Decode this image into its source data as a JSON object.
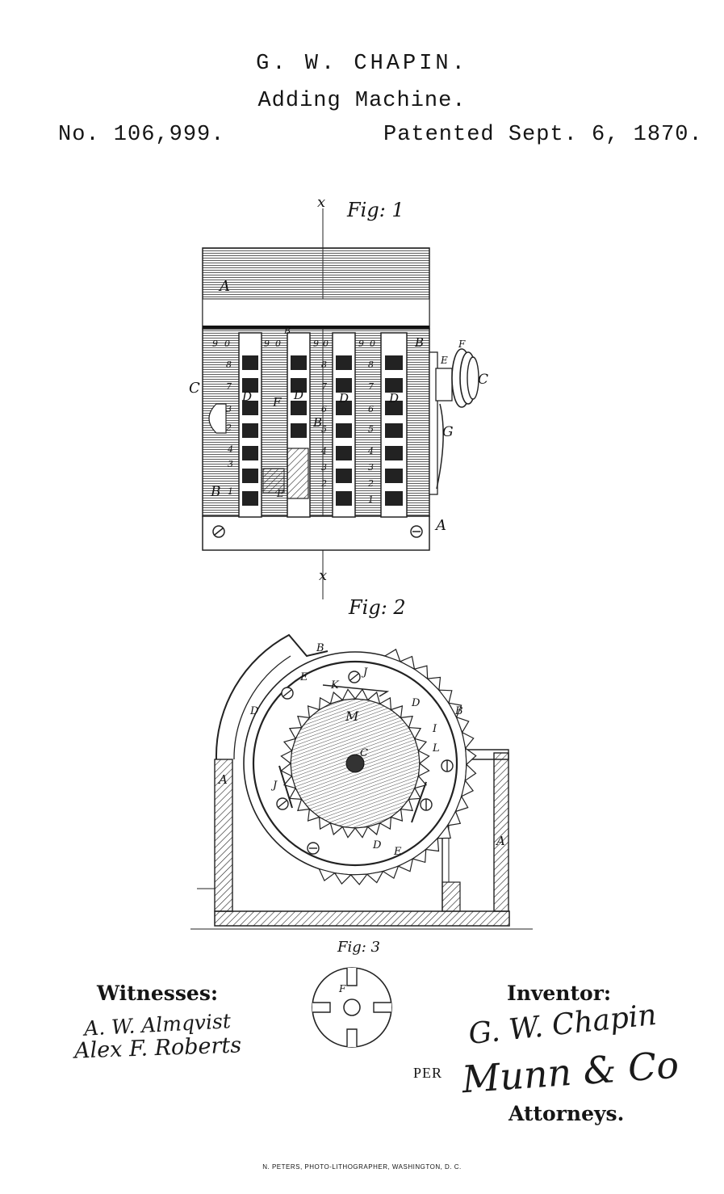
{
  "header": {
    "inventor_name": "G. W. CHAPIN.",
    "title": "Adding Machine.",
    "patent_number": "No. 106,999.",
    "patent_date": "Patented Sept. 6, 1870."
  },
  "figures": {
    "fig1_label": "Fig: 1",
    "fig2_label": "Fig: 2",
    "fig3_label": "Fig: 3",
    "section_mark": "x",
    "fig1_parts": [
      "A",
      "B",
      "C",
      "D",
      "E",
      "F",
      "G"
    ],
    "fig2_parts": [
      "A",
      "B",
      "C",
      "D",
      "E",
      "F",
      "I",
      "J",
      "K",
      "L",
      "M"
    ],
    "fig3_parts": [
      "F"
    ],
    "digits": [
      "9",
      "0",
      "8",
      "7",
      "6",
      "5",
      "4",
      "3",
      "2",
      "1"
    ]
  },
  "signatures": {
    "witnesses_label": "Witnesses:",
    "witness_1": "A. W. Almqvist",
    "witness_2": "Alex F. Roberts",
    "inventor_label": "Inventor:",
    "inventor_signature": "G. W. Chapin",
    "per_label": "PER",
    "attorney_signature": "Munn & Co",
    "attorneys_label": "Attorneys."
  },
  "footer": {
    "printer_credit": "N. PETERS, PHOTO-LITHOGRAPHER, WASHINGTON, D. C."
  }
}
